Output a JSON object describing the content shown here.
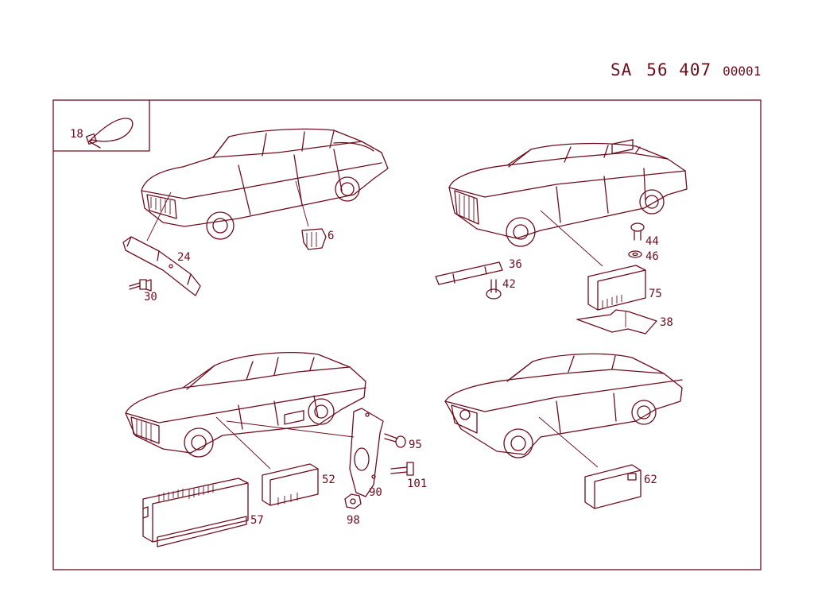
{
  "header": {
    "prefix": "SA",
    "number": "56 407",
    "sub_number": "00001"
  },
  "colors": {
    "line": "#6e0d1e",
    "background": "#ffffff"
  },
  "callouts": {
    "c18": "18",
    "c24": "24",
    "c30": "30",
    "c6": "6",
    "c36": "36",
    "c42": "42",
    "c44": "44",
    "c46": "46",
    "c75": "75",
    "c38": "38",
    "c95": "95",
    "c101": "101",
    "c52": "52",
    "c90": "90",
    "c98": "98",
    "c57": "57",
    "c62": "62"
  }
}
